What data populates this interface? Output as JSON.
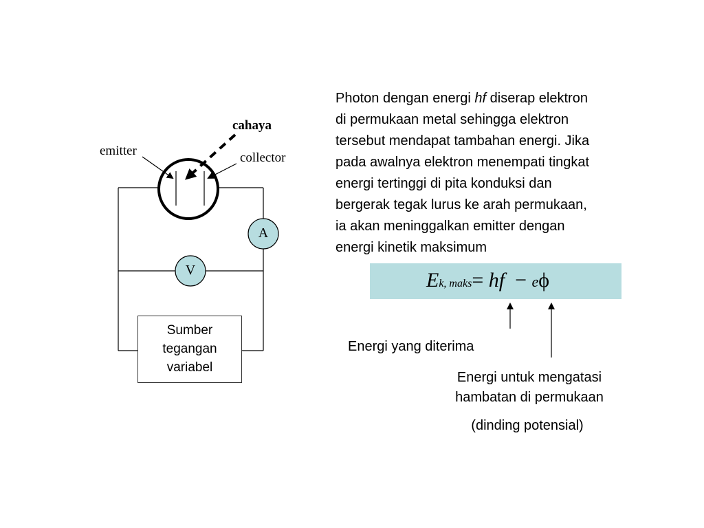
{
  "circuit": {
    "light_label": "cahaya",
    "emitter_label": "emitter",
    "collector_label": "collector",
    "ammeter_label": "A",
    "voltmeter_label": "V",
    "source_lines": [
      "Sumber",
      "tegangan",
      "variabel"
    ]
  },
  "explanation": {
    "line1_before": "Photon dengan energi ",
    "line1_symbol": "hf",
    "line1_after": " diserap elektron",
    "line2": "di permukaan metal sehingga elektron",
    "line3": "tersebut mendapat tambahan energi. Jika",
    "line4": "pada awalnya elektron menempati tingkat",
    "line5": "energi tertinggi di pita konduksi dan",
    "line6": "bergerak tegak lurus ke arah permukaan,",
    "line7": "ia akan meninggalkan emitter dengan",
    "line8": "energi kinetik maksimum"
  },
  "formula": {
    "E": "E",
    "subscript": "k, maks",
    "equals": "=",
    "hf": "hf",
    "minus": "−",
    "e": "e",
    "phi": "ϕ",
    "box_color": "#b7dde0"
  },
  "annotations": {
    "received_energy": "Energi yang diterima",
    "barrier_line1": "Energi untuk mengatasi",
    "barrier_line2": "hambatan di permukaan",
    "barrier_line3": "(dinding potensial)"
  }
}
